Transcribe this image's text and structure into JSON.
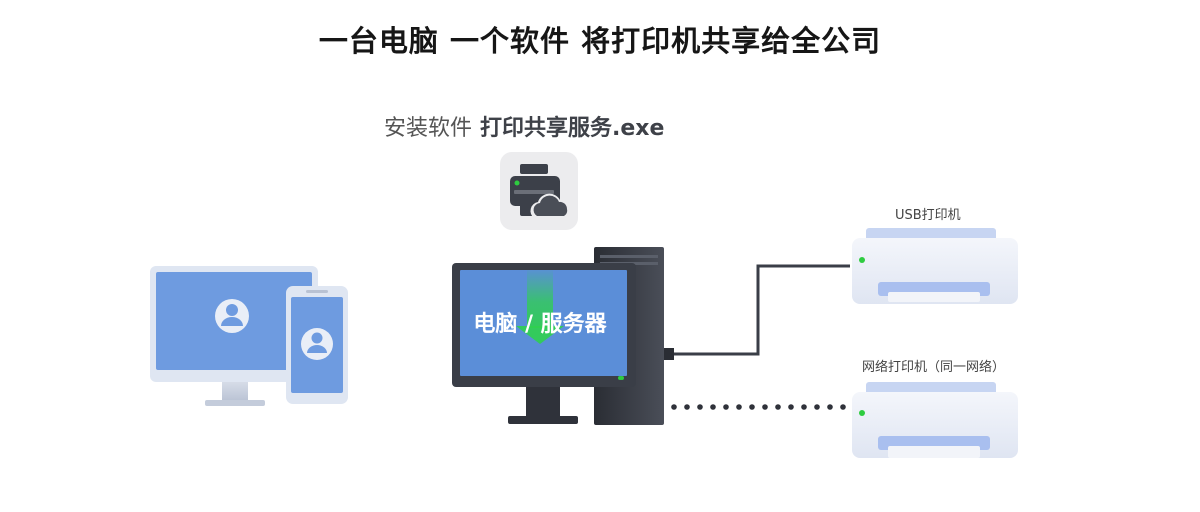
{
  "title": "一台电脑 一个软件 将打印机共享给全公司",
  "install": {
    "prefix": "安装软件",
    "software_name": "打印共享服务.exe"
  },
  "server_screen_text": "电脑 / 服务器",
  "printers": {
    "usb_label": "USB打印机",
    "network_label": "网络打印机（同一网络）"
  },
  "icons": {
    "app": "printer-cloud-icon",
    "clients": [
      "desktop-monitor-icon",
      "phone-icon"
    ],
    "server": "pc-tower-icon",
    "printer": "printer-icon"
  },
  "colors": {
    "screen_blue": "#5b8ed8",
    "client_blue": "#6e9be0",
    "dark_body": "#3a3e47",
    "printer_body": "#edf1f9",
    "printer_panel": "#a9bfef",
    "led_green": "#2ecc40",
    "download_arrow": "#2fd04f"
  }
}
